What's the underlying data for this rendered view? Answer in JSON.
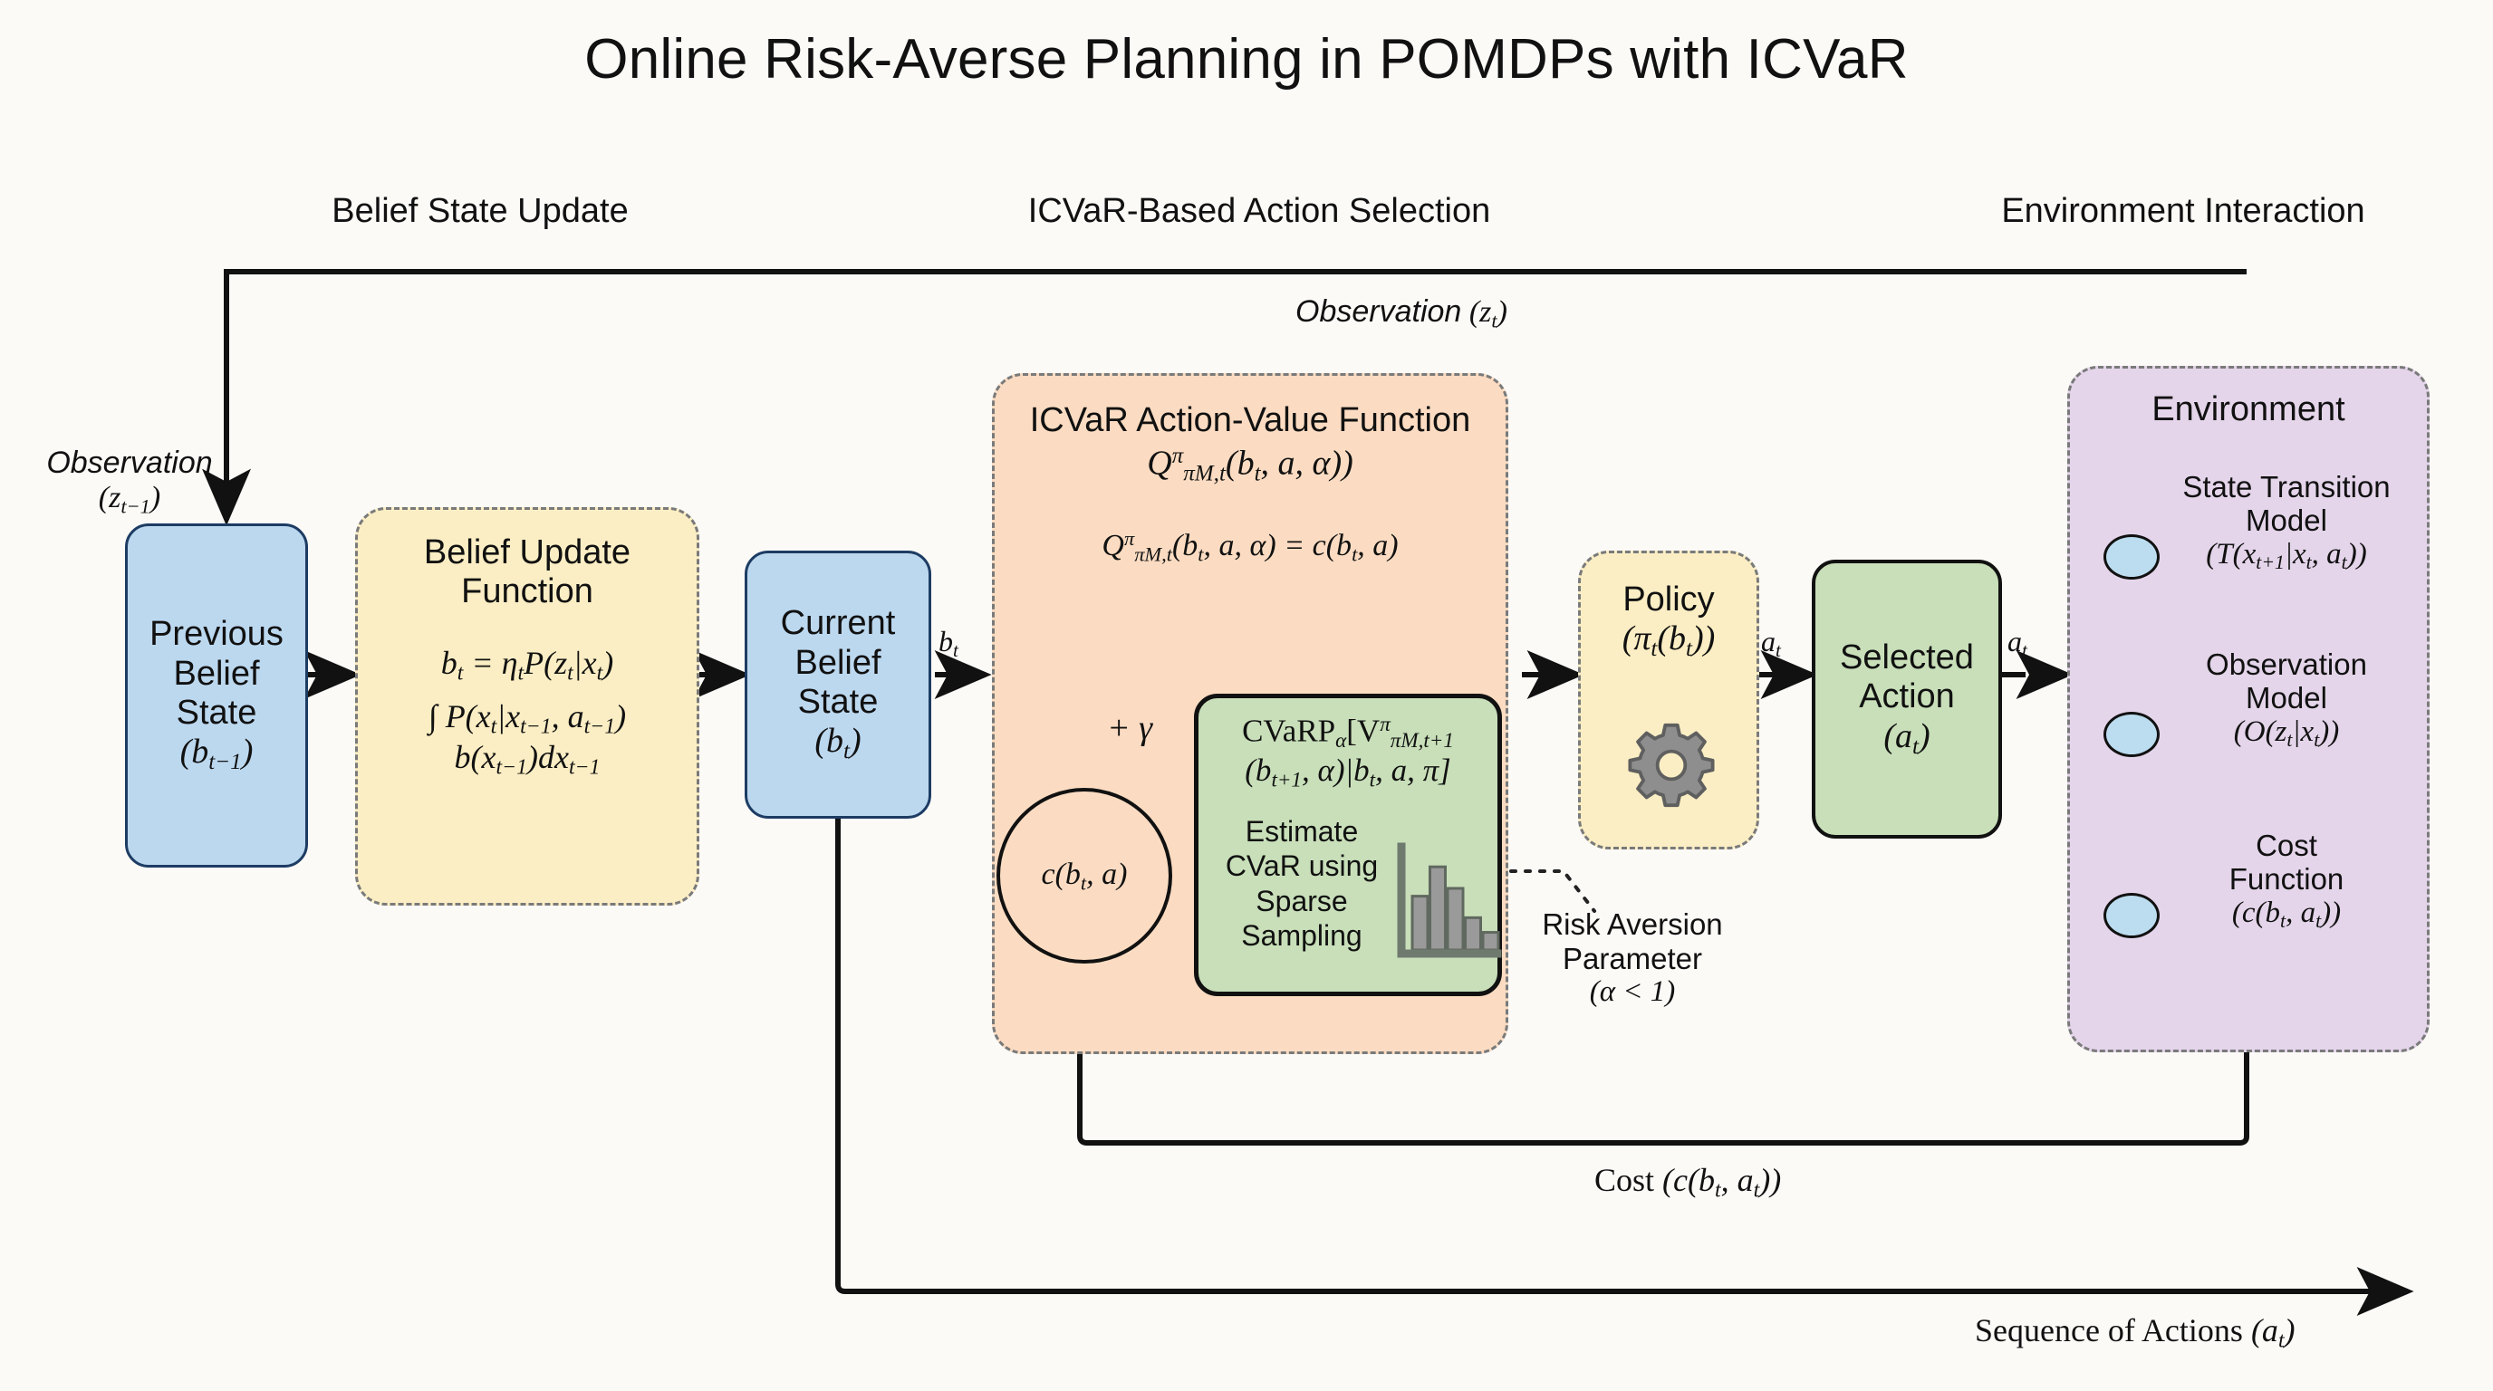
{
  "title": "Online Risk-Averse Planning in POMDPs with ICVaR",
  "sections": [
    {
      "id": "belief-state-update",
      "label": "Belief State Update"
    },
    {
      "id": "icvar-action-selection",
      "label": "ICVaR-Based Action Selection"
    },
    {
      "id": "environment-interaction",
      "label": "Environment Interaction"
    }
  ],
  "nodes": {
    "previous_belief": {
      "line1": "Previous",
      "line2": "Belief",
      "line3": "State",
      "math": "(b",
      "math_sub": "t−1",
      "math_end": ")"
    },
    "belief_update": {
      "title1": "Belief Update",
      "title2": "Function",
      "eq1": "b",
      "eq1_sub": "t",
      "eq1_rest": " = η",
      "eq1_sub2": "t",
      "eq1_rest2": "P(z",
      "eq1_sub3": "t",
      "eq1_rest3": "|x",
      "eq1_sub4": "t",
      "eq1_rest4": ")",
      "eq2": "∫ P(x",
      "eq2_sub": "t",
      "eq2_rest": "|x",
      "eq2_sub2": "t−1",
      "eq2_rest2": ", a",
      "eq2_sub3": "t−1",
      "eq2_rest3": ")",
      "eq3": "b(x",
      "eq3_sub": "t−1",
      "eq3_rest": ")dx",
      "eq3_sub2": "t−1"
    },
    "current_belief": {
      "line1": "Current",
      "line2": "Belief",
      "line3": "State",
      "math": "(b",
      "math_sub": "t",
      "math_end": ")"
    },
    "icvar": {
      "title": "ICVaR Action-Value Function",
      "subtitle_q": "Q",
      "subtitle_sup": "π",
      "subtitle_sub": "πM,t",
      "subtitle_args": "(b",
      "subtitle_args_sub": "t",
      "subtitle_args_rest": ", a, α))",
      "eq_q": "Q",
      "eq_sup": "π",
      "eq_sub": "πM,t",
      "eq_args": "(b",
      "eq_args_sub": "t",
      "eq_args_rest": ", a, α) = c(b",
      "eq_args_sub2": "t",
      "eq_args_rest2": ", a)",
      "gamma": "+ γ",
      "cost_circle": "c(b",
      "cost_circle_sub": "t",
      "cost_circle_end": ", a)"
    },
    "cvarp": {
      "l1a": "CVaRP",
      "l1a_sub": "α",
      "l1b": "[V",
      "l1b_sup": "π",
      "l1b_sub": "πM,t+1",
      "l2a": "(b",
      "l2a_sub": "t+1",
      "l2a_rest": ", α)|b",
      "l2a_sub2": "t",
      "l2a_rest2": ", a, π]",
      "caption1": "Estimate",
      "caption2": "CVaR using",
      "caption3": "Sparse",
      "caption4": "Sampling"
    },
    "risk_param": {
      "line1": "Risk Aversion",
      "line2": "Parameter",
      "math": "(α < 1)"
    },
    "policy": {
      "title": "Policy",
      "math": "(π",
      "math_sub": "t",
      "math_rest": "(b",
      "math_sub2": "t",
      "math_end": "))",
      "icon": "gear-icon"
    },
    "selected_action": {
      "line1": "Selected",
      "line2": "Action",
      "math": "(a",
      "math_sub": "t",
      "math_end": ")"
    },
    "environment": {
      "title": "Environment",
      "items": [
        {
          "name1": "State Transition",
          "name2": "Model",
          "math": "(T(x",
          "math_sub": "t+1",
          "math_rest": "|x",
          "math_sub2": "t",
          "math_rest2": ", a",
          "math_sub3": "t",
          "math_end": "))"
        },
        {
          "name1": "Observation",
          "name2": "Model",
          "math": "(O(z",
          "math_sub": "t",
          "math_rest": "|x",
          "math_sub2": "t",
          "math_rest2": "",
          "math_sub3": "",
          "math_end": "))"
        },
        {
          "name1": "Cost",
          "name2": "Function",
          "math": "(c(b",
          "math_sub": "t",
          "math_rest": ", a",
          "math_sub2": "t",
          "math_rest2": "",
          "math_sub3": "",
          "math_end": "))"
        }
      ]
    }
  },
  "edges": {
    "observation_prev": {
      "word": "Observation",
      "math": "(z",
      "math_sub": "t−1",
      "math_end": ")"
    },
    "observation_top": {
      "word": "Observation",
      "math": " (z",
      "math_sub": "t",
      "math_end": ")"
    },
    "bt": {
      "sym": "b",
      "sub": "t"
    },
    "at1": {
      "sym": "a",
      "sub": "t"
    },
    "at2": {
      "sym": "a",
      "sub": "t"
    },
    "cost": {
      "word": "Cost",
      "math": " (c(b",
      "math_sub": "t",
      "math_rest": ", a",
      "math_sub2": "t",
      "math_end": "))"
    },
    "sequence": {
      "word": "Sequence of Actions",
      "math": " (a",
      "math_sub": "t",
      "math_end": ")"
    }
  },
  "chart_data": {
    "type": "bar",
    "title": "",
    "categories": [
      "1",
      "2",
      "3",
      "4",
      "5"
    ],
    "values": [
      55,
      85,
      63,
      33,
      18
    ],
    "ylim": [
      0,
      100
    ],
    "grid": false,
    "bar_color": "#9a9a9a"
  },
  "colors": {
    "blue": "#bcd8ef",
    "cream": "#fbeec4",
    "peach": "#fbdcc2",
    "green": "#c8dfb9",
    "purple": "#e4d5ea",
    "background": "#fbfaf7",
    "stroke_dark": "#111111",
    "stroke_dashed": "#7a7a7a"
  }
}
